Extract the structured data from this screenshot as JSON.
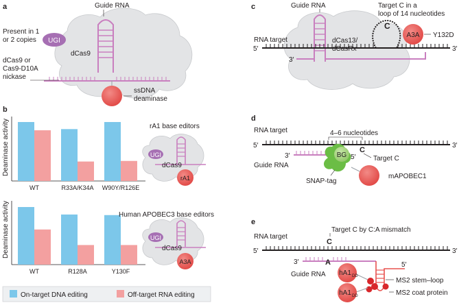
{
  "panels": {
    "a": {
      "letter": "a",
      "guide_rna": "Guide RNA",
      "present": [
        "Present in 1",
        "or 2 copies"
      ],
      "ugi": "UGI",
      "dcas9": "dCas9",
      "nickase": [
        "dCas9 or",
        "Cas9-D10A",
        "nickase"
      ],
      "deaminase": [
        "ssDNA",
        "deaminase"
      ]
    },
    "b": {
      "letter": "b",
      "chart_top_title": "rA1 base editors",
      "chart_bottom_title": "Human APOBEC3 base editors",
      "ylabel": "Deaminase activity",
      "ugi": "UGI",
      "dcas9": "dCas9",
      "ra1": "rA1",
      "a3a": "A3A"
    },
    "c": {
      "letter": "c",
      "guide_rna": "Guide RNA",
      "target": [
        "Target C in a",
        "loop of 14 nucleotides"
      ],
      "c_letter": "C",
      "rna_target": "RNA target",
      "dcas13": [
        "dCas13/",
        "dCasRx"
      ],
      "a3a": "A3A",
      "mutation": "Y132D",
      "five": "5′",
      "three": "3′"
    },
    "d": {
      "letter": "d",
      "rna_target": "RNA target",
      "nucleotides": "4–6 nucleotides",
      "guide_rna": "Guide RNA",
      "bg": "BG",
      "target_c": "Target C",
      "c_letter": "C",
      "snap": "SNAP-tag",
      "mapobec": "mAPOBEC1",
      "five": "5′",
      "three": "3′"
    },
    "e": {
      "letter": "e",
      "rna_target": "RNA target",
      "target": "Target C by C:A mismatch",
      "c_letter": "C",
      "a_letter": "A",
      "guide_rna": "Guide RNA",
      "ha1": "hA1",
      "ha1_sub": "DD",
      "ms2_loop": "MS2 stem–loop",
      "ms2_coat": "MS2 coat protein",
      "five": "5′",
      "three": "3′"
    }
  },
  "legend": {
    "on_target": "On-target DNA editing",
    "off_target": "Off-target RNA editing"
  },
  "colors": {
    "on_target": "#7cc7ea",
    "off_target": "#f3a0a0",
    "rna": "#c97fbf",
    "cloud": "#e3e4e6",
    "deaminase": "#e8524f",
    "ugi": "#a66fb3",
    "bg": "#a6d57d"
  },
  "chart_data": [
    {
      "type": "bar",
      "title": "rA1 base editors",
      "ylabel": "Deaminase activity",
      "categories": [
        "WT",
        "R33A/K34A",
        "W90Y/R126E"
      ],
      "series": [
        {
          "name": "On-target DNA editing",
          "values": [
            1.0,
            0.88,
            1.0
          ]
        },
        {
          "name": "Off-target RNA editing",
          "values": [
            0.86,
            0.33,
            0.34
          ]
        }
      ]
    },
    {
      "type": "bar",
      "title": "Human APOBEC3 base editors",
      "ylabel": "Deaminase activity",
      "categories": [
        "WT",
        "R128A",
        "Y130F"
      ],
      "series": [
        {
          "name": "On-target DNA editing",
          "values": [
            1.0,
            0.87,
            0.86
          ]
        },
        {
          "name": "Off-target RNA editing",
          "values": [
            0.61,
            0.34,
            0.34
          ]
        }
      ]
    }
  ]
}
